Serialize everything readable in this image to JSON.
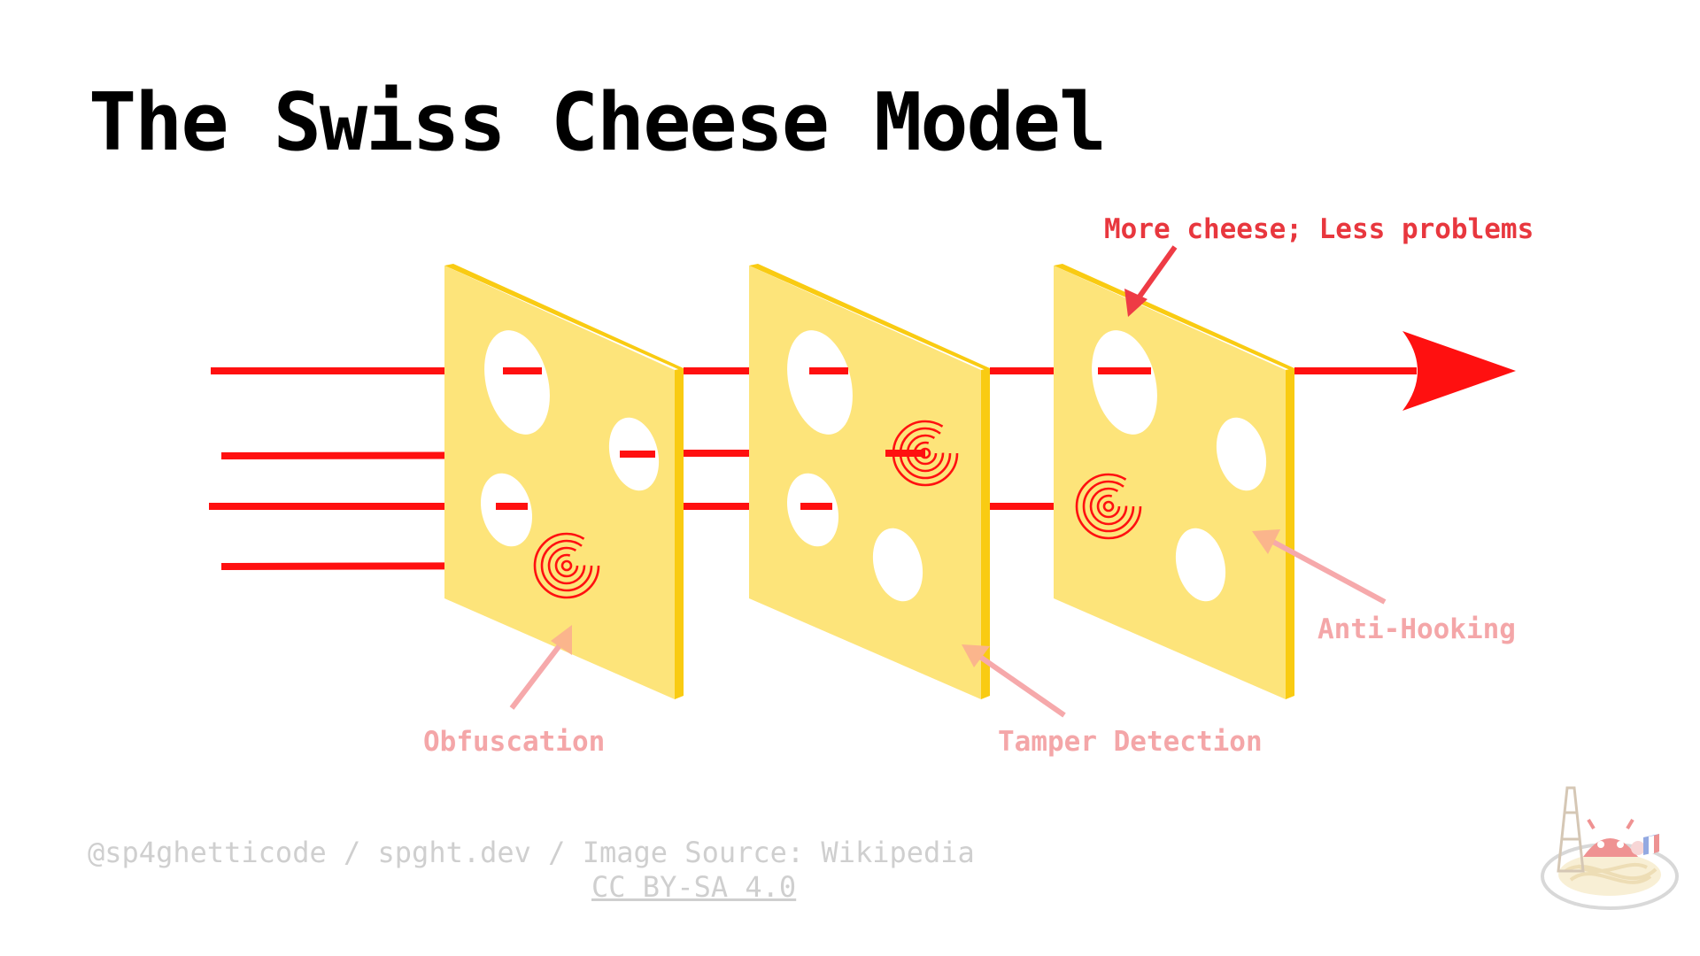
{
  "slide": {
    "title": "The Swiss Cheese Model"
  },
  "diagram": {
    "callout_top": "More cheese; Less problems",
    "labels": {
      "obfuscation": "Obfuscation",
      "tamper_detection": "Tamper Detection",
      "anti_hooking": "Anti-Hooking"
    }
  },
  "footer": {
    "credit": "@sp4ghetticode / spght.dev / Image Source: Wikipedia",
    "license": "CC BY-SA 4.0"
  },
  "colors": {
    "threat_line": "#ff1010",
    "cheese_face": "#fde47a",
    "cheese_edge": "#f9cb12",
    "label_strong": "#e8373e",
    "label_faded": "#f4a6a8",
    "footer_text": "#cfcfcf"
  },
  "icons": {
    "stopped_threat": "spiral-icon",
    "logo": "spaghetti-android-eiffel-logo"
  }
}
